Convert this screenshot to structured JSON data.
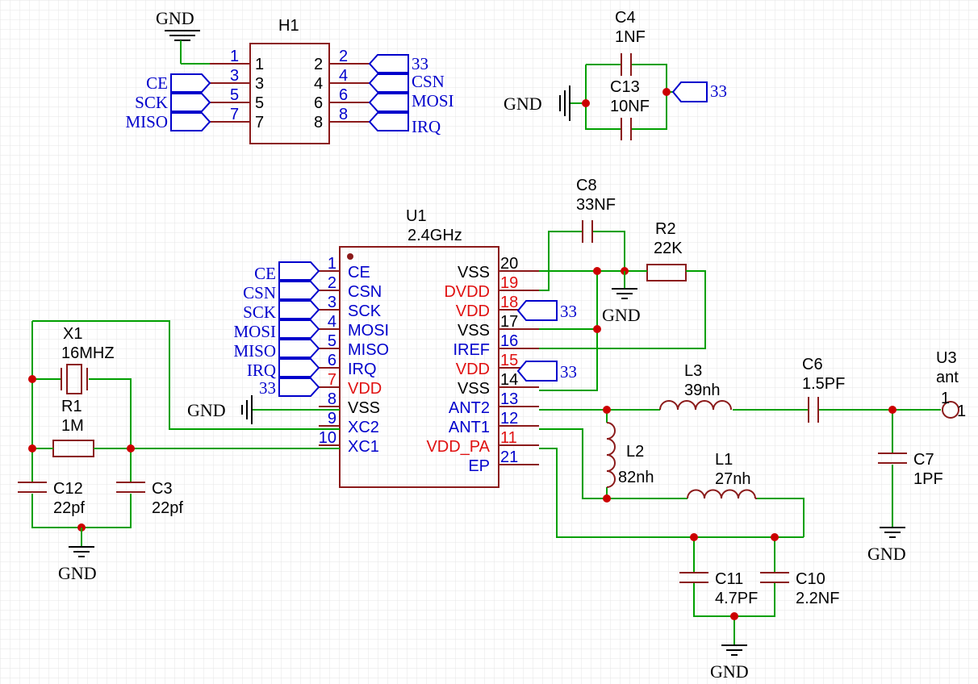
{
  "colors": {
    "wire": "#00a000",
    "part": "#8b1a1a",
    "net": "#0000cc",
    "power_pin": "#e01010",
    "junction": "#cc0000"
  },
  "gnd": "GND",
  "h1": {
    "ref": "H1",
    "left_pins": [
      "1",
      "3",
      "5",
      "7"
    ],
    "right_pins": [
      "2",
      "4",
      "6",
      "8"
    ],
    "left_nets": [
      "CE",
      "SCK",
      "MISO"
    ],
    "right_nets": [
      "33",
      "CSN",
      "MOSI",
      "IRQ"
    ]
  },
  "c4": {
    "ref": "C4",
    "value": "1NF"
  },
  "c13": {
    "ref": "C13",
    "value": "10NF"
  },
  "c13_net": "33",
  "u1": {
    "ref": "U1",
    "value": "2.4GHz",
    "left": [
      {
        "num": "1",
        "name": "CE"
      },
      {
        "num": "2",
        "name": "CSN"
      },
      {
        "num": "3",
        "name": "SCK"
      },
      {
        "num": "4",
        "name": "MOSI"
      },
      {
        "num": "5",
        "name": "MISO"
      },
      {
        "num": "6",
        "name": "IRQ"
      },
      {
        "num": "7",
        "name": "VDD"
      },
      {
        "num": "8",
        "name": "VSS"
      },
      {
        "num": "9",
        "name": "XC2"
      },
      {
        "num": "10",
        "name": "XC1"
      }
    ],
    "right": [
      {
        "num": "20",
        "name": "VSS"
      },
      {
        "num": "19",
        "name": "DVDD"
      },
      {
        "num": "18",
        "name": "VDD"
      },
      {
        "num": "17",
        "name": "VSS"
      },
      {
        "num": "16",
        "name": "IREF"
      },
      {
        "num": "15",
        "name": "VDD"
      },
      {
        "num": "14",
        "name": "VSS"
      },
      {
        "num": "13",
        "name": "ANT2"
      },
      {
        "num": "12",
        "name": "ANT1"
      },
      {
        "num": "11",
        "name": "VDD_PA"
      },
      {
        "num": "21",
        "name": "EP"
      }
    ],
    "left_nets": [
      "CE",
      "CSN",
      "SCK",
      "MOSI",
      "MISO",
      "IRQ",
      "33"
    ],
    "right_nets": [
      "33",
      "33"
    ]
  },
  "c8": {
    "ref": "C8",
    "value": "33NF"
  },
  "r2": {
    "ref": "R2",
    "value": "22K"
  },
  "x1": {
    "ref": "X1",
    "value": "16MHZ"
  },
  "r1": {
    "ref": "R1",
    "value": "1M"
  },
  "c12": {
    "ref": "C12",
    "value": "22pf"
  },
  "c3": {
    "ref": "C3",
    "value": "22pf"
  },
  "l3": {
    "ref": "L3",
    "value": "39nh"
  },
  "c6": {
    "ref": "C6",
    "value": "1.5PF"
  },
  "u3": {
    "ref": "U3",
    "value": "ant",
    "pin": "1"
  },
  "l2": {
    "ref": "L2",
    "value": "82nh"
  },
  "l1": {
    "ref": "L1",
    "value": "27nh"
  },
  "c7": {
    "ref": "C7",
    "value": "1PF"
  },
  "c11": {
    "ref": "C11",
    "value": "4.7PF"
  },
  "c10": {
    "ref": "C10",
    "value": "2.2NF"
  }
}
